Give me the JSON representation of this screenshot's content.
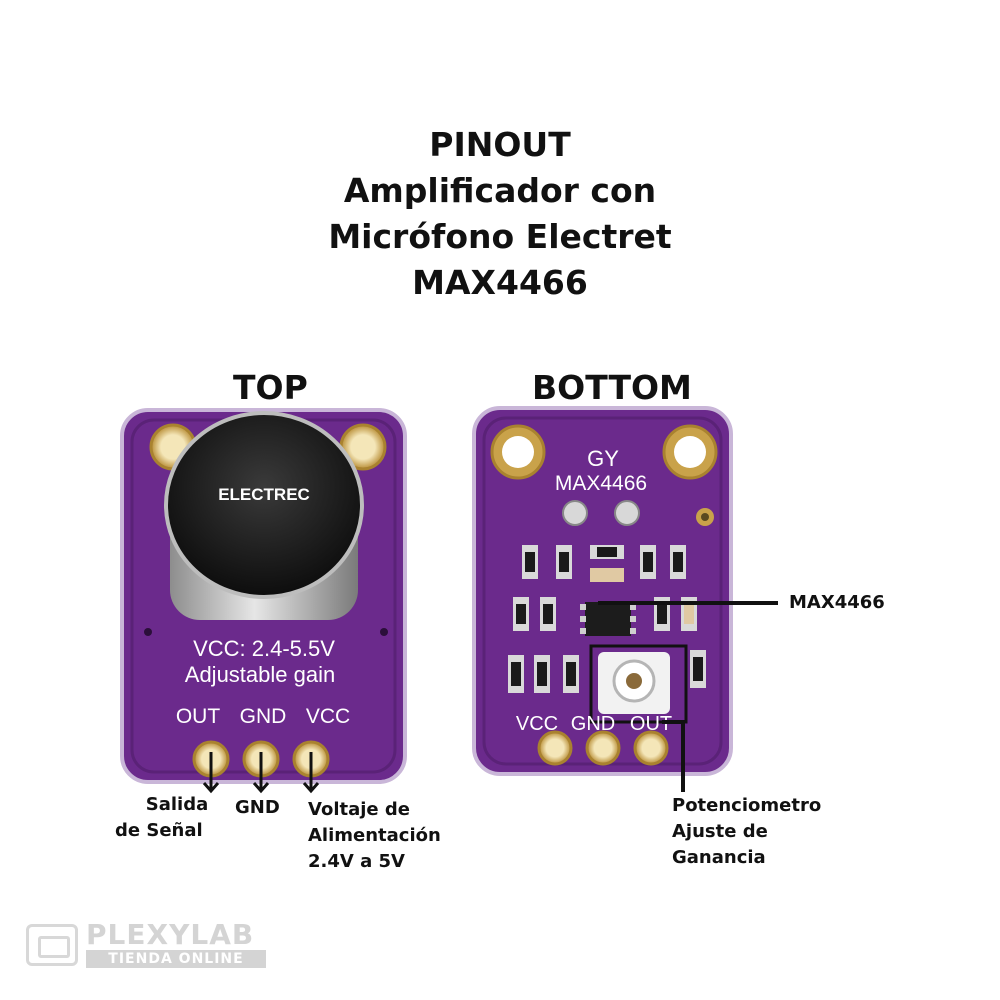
{
  "title": {
    "line1": "PINOUT",
    "line2": "Amplificador con",
    "line3": "Micrófono Electret",
    "line4": "MAX4466"
  },
  "top_board": {
    "heading": "TOP",
    "mic_label": "ELECTREC",
    "silk_vcc": "VCC: 2.4-5.5V",
    "silk_gain": "Adjustable gain",
    "pin_labels": [
      "OUT",
      "GND",
      "VCC"
    ]
  },
  "bottom_board": {
    "heading": "BOTTOM",
    "silk_gy": "GY",
    "silk_model": "MAX4466",
    "pin_labels": [
      "VCC",
      "GND",
      "OUT"
    ]
  },
  "callouts": {
    "out_line1": "Salida",
    "out_line2": "de Señal",
    "gnd": "GND",
    "vcc_line1": "Voltaje de",
    "vcc_line2": "Alimentación",
    "vcc_line3": "2.4V a 5V",
    "chip": "MAX4466",
    "pot_line1": "Potenciometro",
    "pot_line2": "Ajuste de",
    "pot_line3": "Ganancia"
  },
  "watermark": {
    "brand": "PLEXYLAB",
    "sub": "TIENDA ONLINE"
  },
  "colors": {
    "pcb": "#6b2a8c",
    "pcb_dark": "#4e1c69",
    "pad_gold": "#c9a24a",
    "silk": "#ffffff"
  }
}
